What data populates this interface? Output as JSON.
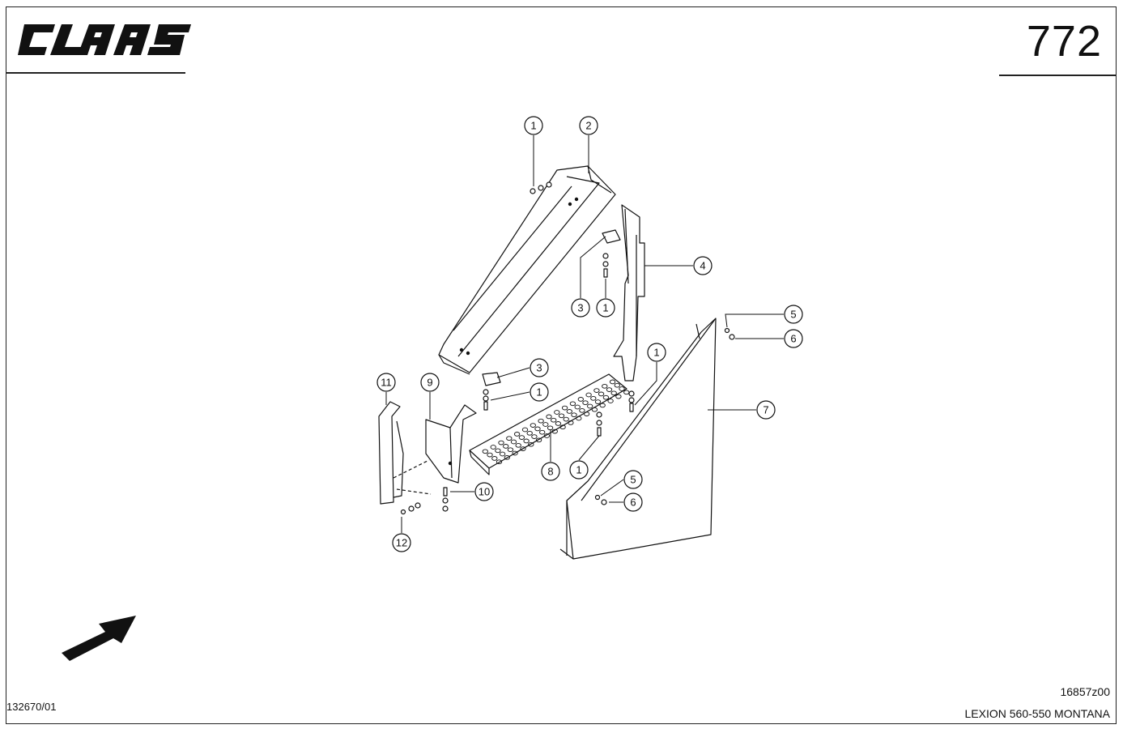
{
  "header": {
    "brand": "CLAAS",
    "page_number": "772"
  },
  "footer": {
    "document_number": "132670/01",
    "drawing_reference": "16857z00",
    "model": "LEXION 560-550 MONTANA"
  },
  "callouts": [
    {
      "id": "c1a",
      "label": "1"
    },
    {
      "id": "c2",
      "label": "2"
    },
    {
      "id": "c4",
      "label": "4"
    },
    {
      "id": "c3a",
      "label": "3"
    },
    {
      "id": "c1b",
      "label": "1"
    },
    {
      "id": "c5a",
      "label": "5"
    },
    {
      "id": "c6a",
      "label": "6"
    },
    {
      "id": "c1c",
      "label": "1"
    },
    {
      "id": "c3b",
      "label": "3"
    },
    {
      "id": "c1d",
      "label": "1"
    },
    {
      "id": "c7",
      "label": "7"
    },
    {
      "id": "c11",
      "label": "11"
    },
    {
      "id": "c9",
      "label": "9"
    },
    {
      "id": "c8",
      "label": "8"
    },
    {
      "id": "c1e",
      "label": "1"
    },
    {
      "id": "c10",
      "label": "10"
    },
    {
      "id": "c5b",
      "label": "5"
    },
    {
      "id": "c6b",
      "label": "6"
    },
    {
      "id": "c12",
      "label": "12"
    }
  ]
}
